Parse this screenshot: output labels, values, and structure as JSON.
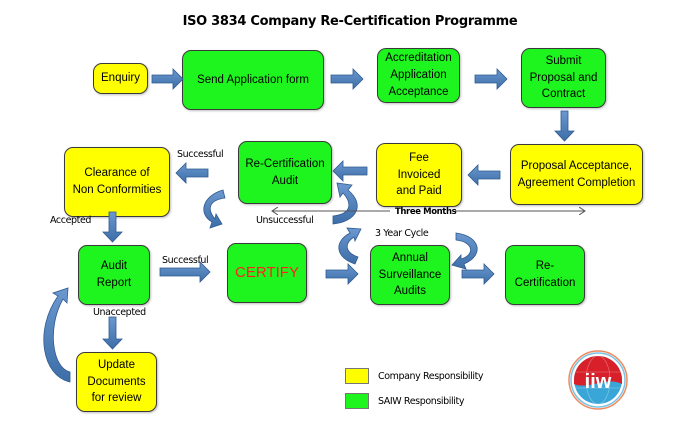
{
  "title": "ISO 3834 Company Re-Certification Programme",
  "colors": {
    "company": "#ffff00",
    "saiw": "#1ef51e",
    "arrow": "#4f81bd",
    "certify_text": "#ff2020"
  },
  "boxes": {
    "enquiry": "Enquiry",
    "send_application": "Send Application form",
    "accreditation": "Accreditation\nApplication\nAcceptance",
    "submit_proposal": "Submit\nProposal and\nContract",
    "proposal_acceptance": "Proposal Acceptance,\nAgreement Completion",
    "fee_invoiced": "Fee\nInvoiced\nand Paid",
    "recert_audit": "Re-Certification\nAudit",
    "clearance": "Clearance of\nNon Conformities",
    "audit_report": "Audit\nReport",
    "certify": "CERTIFY",
    "annual_surveillance": "Annual\nSurveillance\nAudits",
    "recertification": "Re-\nCertification",
    "update_documents": "Update\nDocuments\nfor review"
  },
  "labels": {
    "successful_top": "Successful",
    "unsuccessful": "Unsuccessful",
    "three_months": "Three Months",
    "accepted": "Accepted",
    "successful_mid": "Successful",
    "three_year_cycle": "3 Year Cycle",
    "unaccepted": "Unaccepted"
  },
  "legend": [
    {
      "label": "Company Responsibility",
      "color": "#ffff00"
    },
    {
      "label": "SAIW Responsibility",
      "color": "#1ef51e"
    }
  ],
  "logo": {
    "text": "iiw"
  }
}
